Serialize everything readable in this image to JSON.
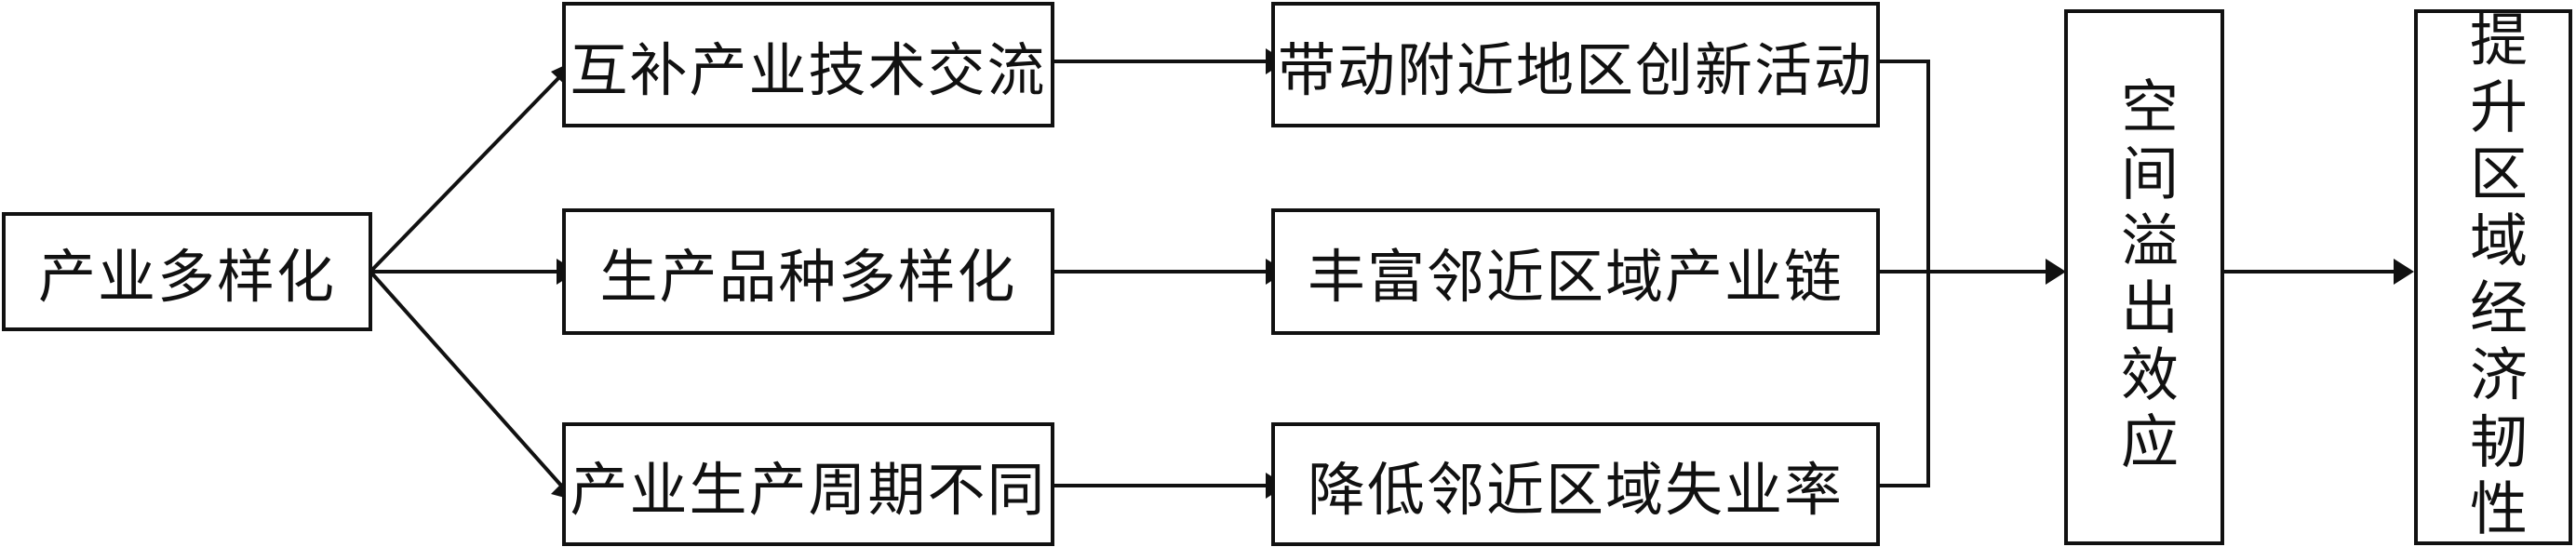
{
  "diagram": {
    "root": "产业多样化",
    "level1": [
      "互补产业技术交流",
      "生产品种多样化",
      "产业生产周期不同"
    ],
    "level2": [
      "带动附近地区创新活动",
      "丰富邻近区域产业链",
      "降低邻近区域失业率"
    ],
    "effect": "空间溢出效应",
    "outcome": "提升区域经济韧性"
  }
}
